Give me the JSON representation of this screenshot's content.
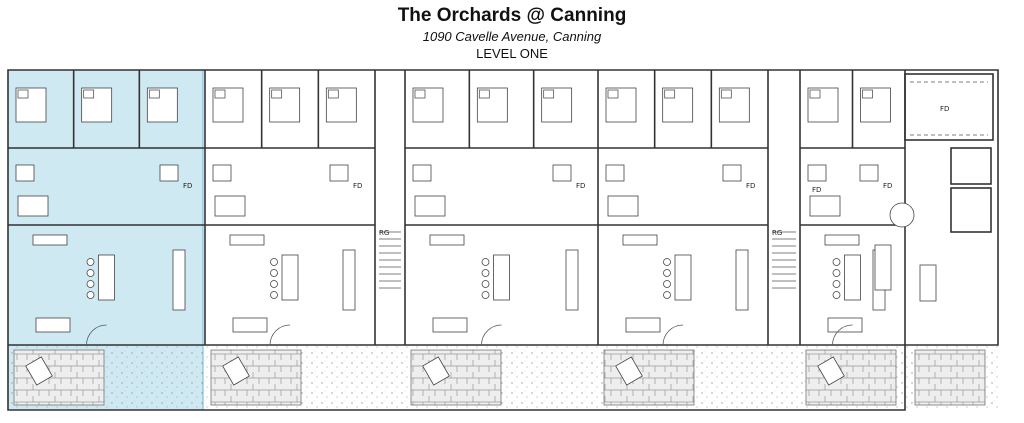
{
  "header": {
    "title": "The Orchards @ Canning",
    "address": "1090 Cavelle Avenue, Canning",
    "level": "LEVEL ONE"
  },
  "colors": {
    "highlight_unit_fill": "#cfe9f3",
    "highlight_unit_stroke": "#6bb7d1",
    "wall": "#333333",
    "paving": "#e9e9e9"
  },
  "labels": {
    "floor_drain": "FD",
    "range": "RG"
  },
  "plan": {
    "units": [
      {
        "id": "unit-1",
        "highlighted": true
      },
      {
        "id": "unit-2",
        "highlighted": false
      },
      {
        "id": "unit-3",
        "highlighted": false
      },
      {
        "id": "unit-4",
        "highlighted": false
      },
      {
        "id": "unit-5",
        "highlighted": false
      },
      {
        "id": "unit-6",
        "highlighted": false
      },
      {
        "id": "unit-7",
        "highlighted": false
      },
      {
        "id": "unit-8",
        "highlighted": false
      }
    ]
  }
}
